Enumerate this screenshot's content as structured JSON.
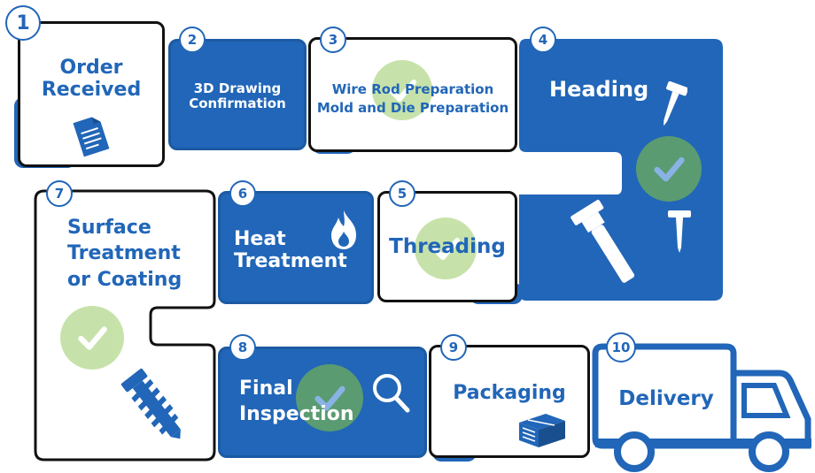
{
  "steps": [
    {
      "number": "1",
      "label_lines": [
        "Order",
        "Received"
      ]
    },
    {
      "number": "2",
      "label_lines": [
        "3D Drawing",
        "Confirmation"
      ]
    },
    {
      "number": "3",
      "label_lines": [
        "Wire Rod Preparation",
        "Mold and Die Preparation"
      ]
    },
    {
      "number": "4",
      "label_lines": [
        "Heading"
      ]
    },
    {
      "number": "5",
      "label_lines": [
        "Threading"
      ]
    },
    {
      "number": "6",
      "label_lines": [
        "Heat",
        "Treatment"
      ]
    },
    {
      "number": "7",
      "label_lines": [
        "Surface",
        "Treatment",
        "or Coating"
      ]
    },
    {
      "number": "8",
      "label_lines": [
        "Final",
        "Inspection"
      ]
    },
    {
      "number": "9",
      "label_lines": [
        "Packaging"
      ]
    },
    {
      "number": "10",
      "label_lines": [
        "Delivery"
      ]
    }
  ],
  "colors": {
    "primary_blue": "#2166b8",
    "check_green_light": "#b4d98e",
    "check_green_dark": "#5e9e6e",
    "outline": "#111111"
  },
  "icons": [
    "document-icon",
    "bolt-icon",
    "flame-icon",
    "check-icon",
    "screw-icon",
    "magnifier-icon",
    "box-icon",
    "truck-icon"
  ]
}
